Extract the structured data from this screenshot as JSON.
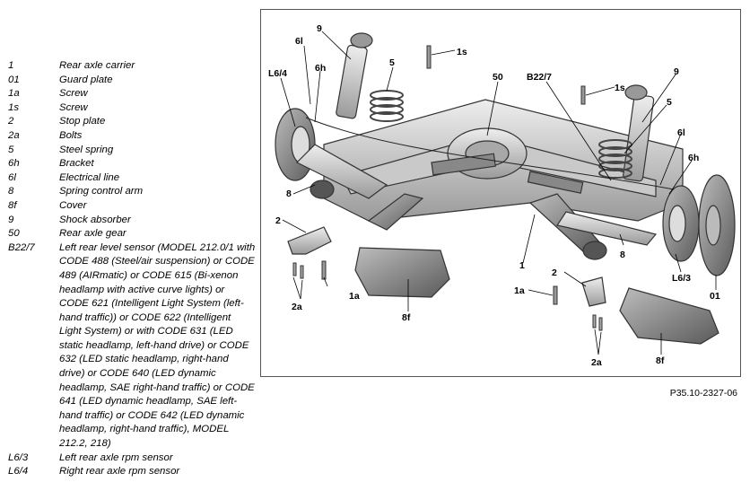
{
  "legend": [
    {
      "code": "1",
      "desc": "Rear axle carrier"
    },
    {
      "code": "01",
      "desc": "Guard plate"
    },
    {
      "code": "1a",
      "desc": "Screw"
    },
    {
      "code": "1s",
      "desc": "Screw"
    },
    {
      "code": "2",
      "desc": "Stop plate"
    },
    {
      "code": "2a",
      "desc": "Bolts"
    },
    {
      "code": "5",
      "desc": "Steel spring"
    },
    {
      "code": "6h",
      "desc": "Bracket"
    },
    {
      "code": "6l",
      "desc": "Electrical line"
    },
    {
      "code": "8",
      "desc": "Spring control arm"
    },
    {
      "code": "8f",
      "desc": "Cover"
    },
    {
      "code": "9",
      "desc": "Shock absorber"
    },
    {
      "code": "50",
      "desc": "Rear axle gear"
    },
    {
      "code": "B22/7",
      "desc": "Left rear level sensor (MODEL 212.0/1 with CODE 488 (Steel/air suspension) or CODE 489 (AIRmatic) or CODE 615 (Bi-xenon headlamp with active curve lights) or CODE 621 (Intelligent Light System (left-hand traffic)) or CODE 622 (Intelligent Light System) or with CODE 631 (LED static headlamp, left-hand drive) or CODE 632 (LED static headlamp, right-hand drive) or CODE 640 (LED dynamic headlamp, SAE right-hand traffic) or CODE 641 (LED dynamic headlamp, SAE left-hand traffic) or CODE 642 (LED dynamic headlamp, right-hand traffic), MODEL 212.2, 218)"
    },
    {
      "code": "L6/3",
      "desc": "Left rear axle rpm sensor"
    },
    {
      "code": "L6/4",
      "desc": "Right rear axle rpm sensor"
    }
  ],
  "figure": {
    "code": "P35.10-2327-06",
    "callouts": {
      "c9a": "9",
      "c6la": "6l",
      "c1s_top": "1s",
      "cL64": "L6/4",
      "c6ha": "6h",
      "c5a": "5",
      "c50": "50",
      "cB227": "B22/7",
      "c9b": "9",
      "c1s_mid": "1s",
      "c5b": "5",
      "c6lb": "6l",
      "c6hb": "6h",
      "c8a": "8",
      "c2a": "2",
      "c1a_a": "1a",
      "c2aa": "2a",
      "c8f_a": "8f",
      "c1": "1",
      "c8b": "8",
      "c2b": "2",
      "c1a_b": "1a",
      "cL63": "L6/3",
      "c01": "01",
      "c2ab": "2a",
      "c8f_b": "8f"
    }
  }
}
